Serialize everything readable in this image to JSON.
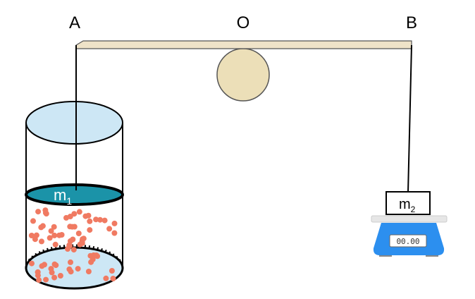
{
  "labels": {
    "a": "A",
    "o": "O",
    "b": "B"
  },
  "mass1": {
    "symbol": "m",
    "subscript": "1"
  },
  "mass2": {
    "symbol": "m",
    "subscript": "2"
  },
  "scale": {
    "display": "00.00"
  },
  "colors": {
    "lever": "#efe3c8",
    "fulcrum": "#ecdfb8",
    "piston": "#1b93a8",
    "liquid": "#cde7f5",
    "particle": "#f07a62",
    "scale_body": "#2c8fef"
  }
}
